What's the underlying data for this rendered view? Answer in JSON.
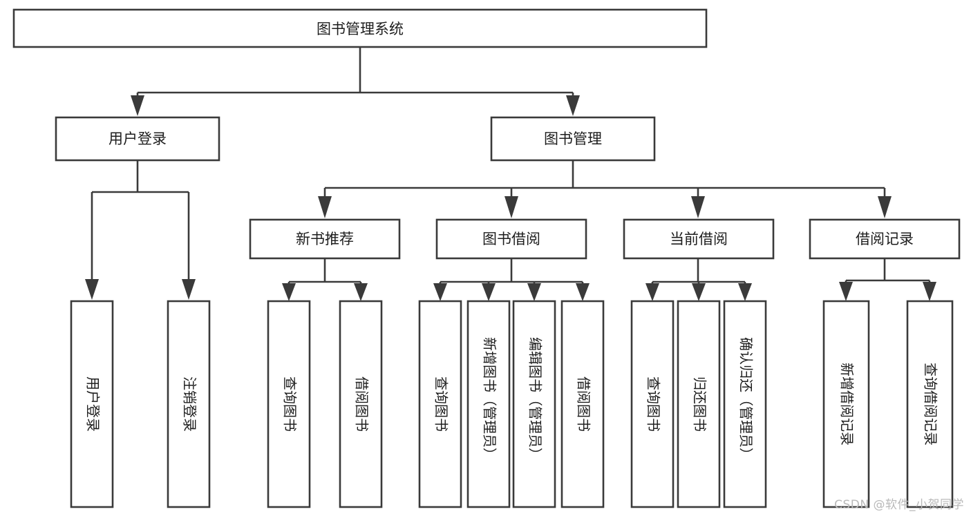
{
  "diagram": {
    "title": "图书管理系统",
    "type": "tree-hierarchy",
    "orientation": "top-down",
    "watermark": "CSDN @软件_小贺同学",
    "colors": {
      "box_stroke": "#3a3a3a",
      "box_fill": "#ffffff",
      "connector": "#3a3a3a",
      "text": "#1d1d1d",
      "watermark": "#b9b9b9",
      "background": "#ffffff"
    },
    "root": {
      "id": "root",
      "label": "图书管理系统",
      "level": 0
    },
    "level1": [
      {
        "id": "user-login",
        "label": "用户登录",
        "level": 1
      },
      {
        "id": "book-management",
        "label": "图书管理",
        "level": 1
      }
    ],
    "level2": [
      {
        "id": "new-book-recommend",
        "label": "新书推荐",
        "level": 2,
        "parent": "book-management"
      },
      {
        "id": "book-borrow",
        "label": "图书借阅",
        "level": 2,
        "parent": "book-management"
      },
      {
        "id": "current-borrow",
        "label": "当前借阅",
        "level": 2,
        "parent": "book-management"
      },
      {
        "id": "borrow-record",
        "label": "借阅记录",
        "level": 2,
        "parent": "book-management"
      }
    ],
    "leaves": [
      {
        "id": "leaf-user-login",
        "label": "用户登录",
        "parent": "user-login"
      },
      {
        "id": "leaf-logout",
        "label": "注销登录",
        "parent": "user-login"
      },
      {
        "id": "leaf-query-book-1",
        "label": "查询图书",
        "parent": "new-book-recommend"
      },
      {
        "id": "leaf-borrow-book-1",
        "label": "借阅图书",
        "parent": "new-book-recommend"
      },
      {
        "id": "leaf-query-book-2",
        "label": "查询图书",
        "parent": "book-borrow"
      },
      {
        "id": "leaf-add-book",
        "label": "新增图书（管理员）",
        "parent": "book-borrow"
      },
      {
        "id": "leaf-edit-book",
        "label": "编辑图书（管理员）",
        "parent": "book-borrow"
      },
      {
        "id": "leaf-borrow-book-2",
        "label": "借阅图书",
        "parent": "book-borrow"
      },
      {
        "id": "leaf-query-book-3",
        "label": "查询图书",
        "parent": "current-borrow"
      },
      {
        "id": "leaf-return-book",
        "label": "归还图书",
        "parent": "current-borrow"
      },
      {
        "id": "leaf-confirm-return",
        "label": "确认归还（管理员）",
        "parent": "current-borrow"
      },
      {
        "id": "leaf-add-record",
        "label": "新增借阅记录",
        "parent": "borrow-record"
      },
      {
        "id": "leaf-query-record",
        "label": "查询借阅记录",
        "parent": "borrow-record"
      }
    ]
  }
}
